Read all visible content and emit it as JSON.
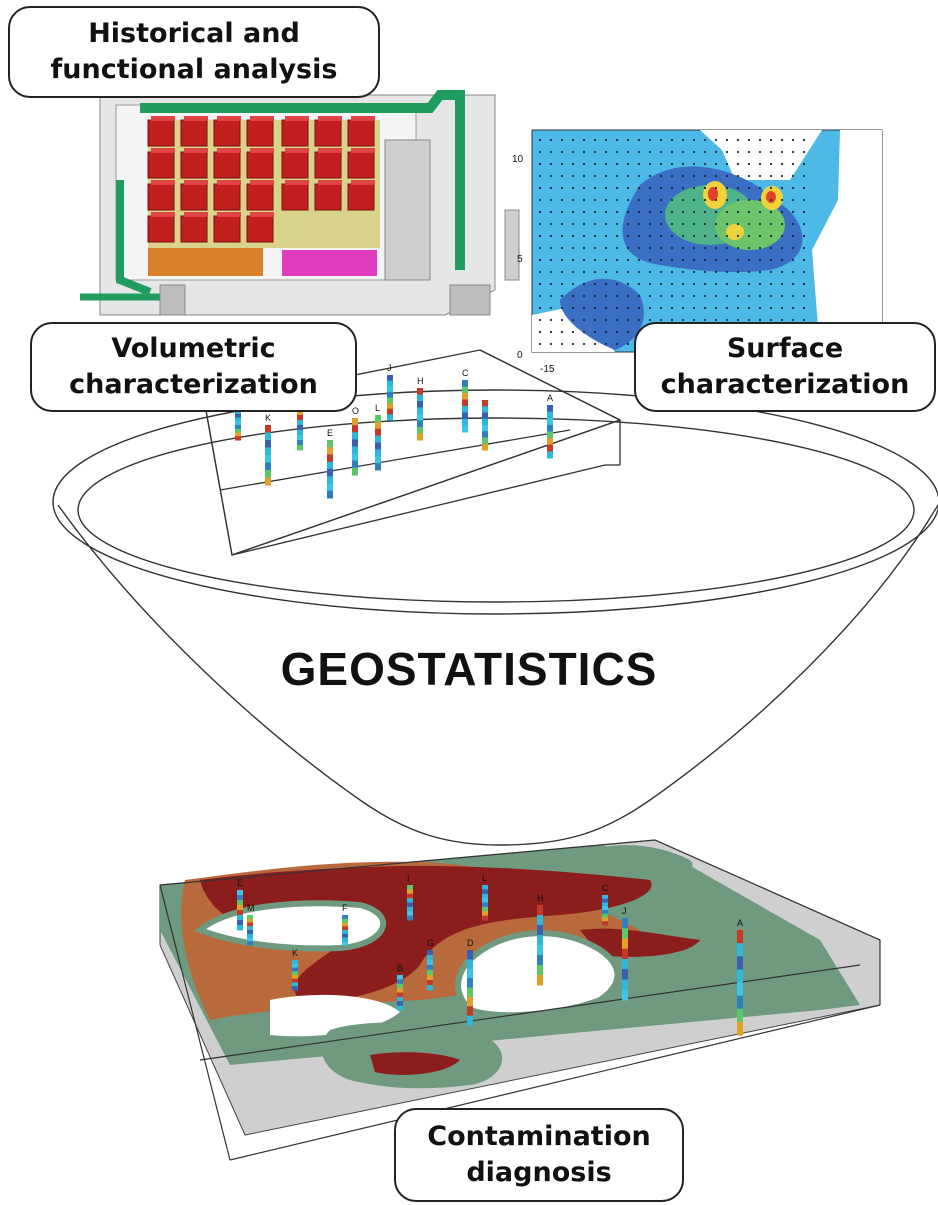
{
  "labels": {
    "historical": "Historical and\nfunctional analysis",
    "volumetric": "Volumetric\ncharacterization",
    "surface": "Surface\ncharacterization",
    "contamination": "Contamination\ndiagnosis"
  },
  "center_title": "GEOSTATISTICS",
  "surface_map_ticks": {
    "y": [
      "10",
      "5",
      "0"
    ],
    "x": [
      "-15"
    ]
  },
  "volumetric_well_letters": [
    "K",
    "E",
    "O",
    "L",
    "J",
    "H",
    "C",
    "A"
  ],
  "diagnosis_well_letters": [
    "E",
    "M",
    "F",
    "I",
    "L",
    "H",
    "C",
    "K",
    "B",
    "G",
    "D",
    "J",
    "A"
  ],
  "colors": {
    "contamination_high": "#8c1d1d",
    "contamination_mid": "#b96a3c",
    "contamination_low": "#6f9a7f",
    "background_gray": "#cfcfcf",
    "map_blue": "#4cb9e6"
  }
}
